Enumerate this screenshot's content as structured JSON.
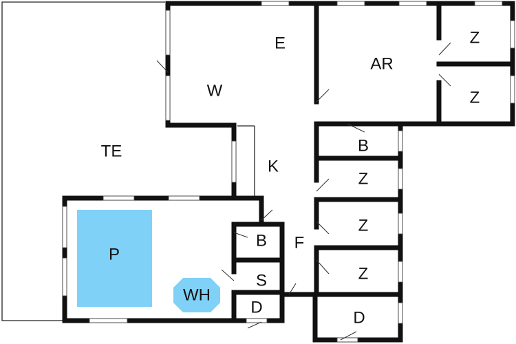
{
  "colors": {
    "wall": "#111111",
    "pool": "#7fd1f7",
    "hot_tub": "#7fd1f7",
    "background": "#ffffff"
  },
  "rooms": {
    "terrace": "TE",
    "living": "W",
    "dining": "E",
    "workroom": "AR",
    "bedroom_top_1": "Z",
    "bedroom_top_2": "Z",
    "kitchen": "K",
    "bathroom_upper": "B",
    "bedroom_1": "Z",
    "bedroom_2": "Z",
    "bedroom_3": "Z",
    "hallway": "F",
    "pool": "P",
    "hot_tub": "WH",
    "bathroom_pool": "B",
    "sauna": "S",
    "shower_pool": "D",
    "shower_bottom": "D"
  }
}
